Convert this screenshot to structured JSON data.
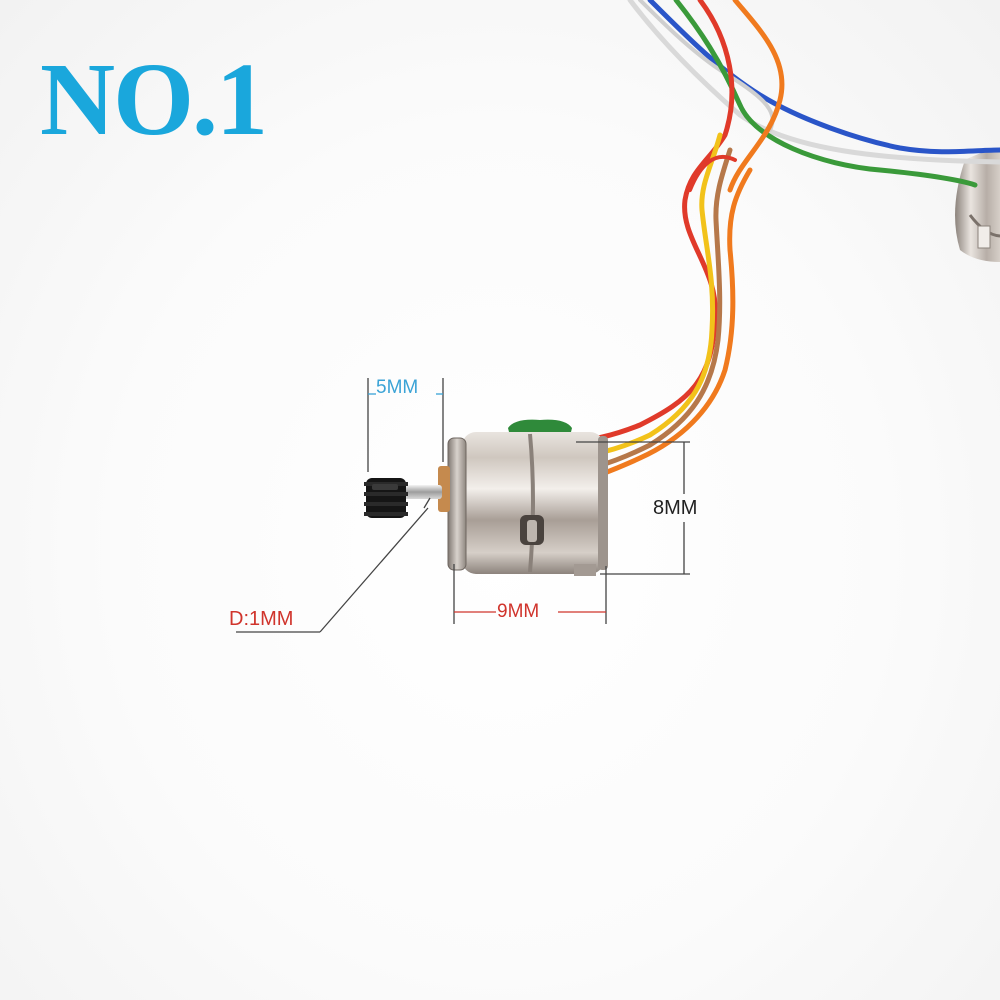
{
  "title": "NO.1",
  "dimensions": {
    "length_label": "5MM",
    "height_label": "8MM",
    "width_label": "9MM",
    "shaft_label": "D:1MM"
  },
  "colors": {
    "title": "#1aa7dc",
    "length_label": "#3aa3d6",
    "height_label": "#222222",
    "width_label": "#d0342c",
    "shaft_label": "#d0342c",
    "dimension_lines": "#444444",
    "wire_red": "#e03a2a",
    "wire_orange": "#f07a1e",
    "wire_yellow": "#f2c21a",
    "wire_brown": "#b6784a",
    "wire_green": "#3a9a3a",
    "wire_white": "#e8e8e8",
    "wire_blue": "#2a55c8",
    "motor_body": "#c9c2bb",
    "gear": "#151515"
  }
}
